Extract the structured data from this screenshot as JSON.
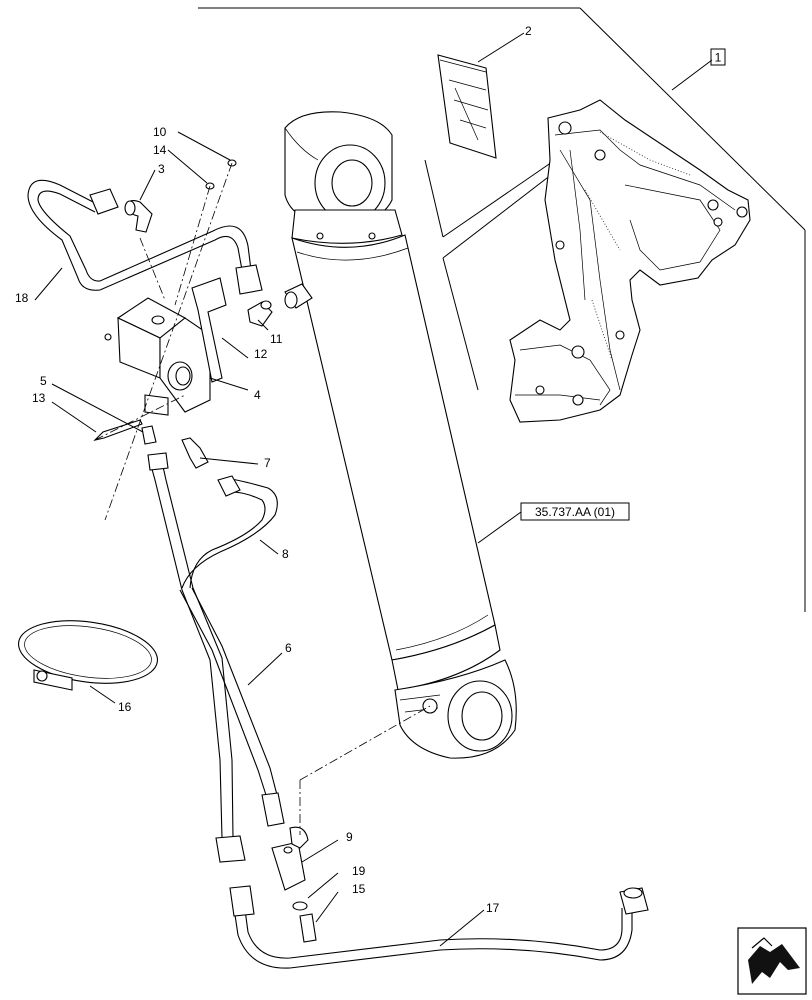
{
  "callouts": {
    "c1": "1",
    "c2": "2",
    "c3": "3",
    "c4": "4",
    "c5": "5",
    "c6": "6",
    "c7": "7",
    "c8": "8",
    "c9": "9",
    "c10": "10",
    "c11": "11",
    "c12": "12",
    "c13": "13",
    "c14": "14",
    "c15": "15",
    "c16": "16",
    "c17": "17",
    "c18": "18",
    "c19": "19"
  },
  "reference": "35.737.AA (01)",
  "nav_icon": "next-page-arrow-icon"
}
